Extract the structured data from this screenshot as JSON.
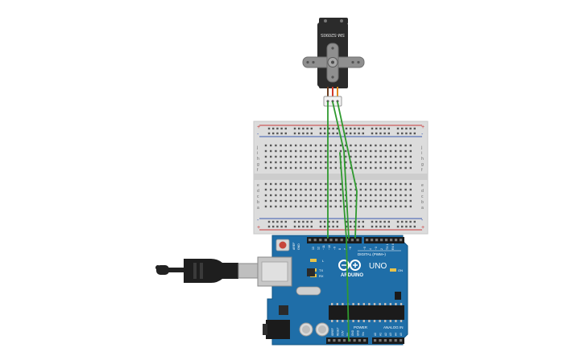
{
  "servo": {
    "model_label": "SM-S2090S"
  },
  "arduino": {
    "brand": "ARDUINO",
    "model": "UNO",
    "digital_label": "DIGITAL (PWM~)",
    "power_label": "POWER",
    "analog_label": "ANALOG IN",
    "aref_label": "AREF",
    "gnd_label": "GND",
    "tx_label": "TX",
    "rx_label": "RX",
    "led_label": "L",
    "on_label": "ON",
    "digital_pin_labels": [
      "13",
      "12",
      "~11",
      "~10",
      "~9",
      "8",
      "7",
      "~6",
      "~5",
      "4",
      "~3",
      "2",
      "TX 1",
      "RX 0"
    ],
    "power_pin_labels": [
      "IOREF",
      "RESET",
      "3.3V",
      "5V",
      "GND",
      "GND",
      "Vin"
    ],
    "analog_pin_labels": [
      "A0",
      "A1",
      "A2",
      "A3",
      "A4",
      "A5"
    ]
  },
  "breadboard": {
    "row_labels_top": [
      "j",
      "i",
      "h",
      "g",
      "f"
    ],
    "row_labels_bottom": [
      "e",
      "d",
      "c",
      "b",
      "a"
    ],
    "plus": "+",
    "minus": "-"
  },
  "colors": {
    "board_blue": "#1f6ea8",
    "breadboard": "#dcdcdc",
    "wire_green": "#2f9a2f",
    "rail_red": "#c83a3a",
    "rail_blue": "#3a5ab0",
    "servo_body": "#2b2b2b",
    "usb_cable": "#222222"
  }
}
